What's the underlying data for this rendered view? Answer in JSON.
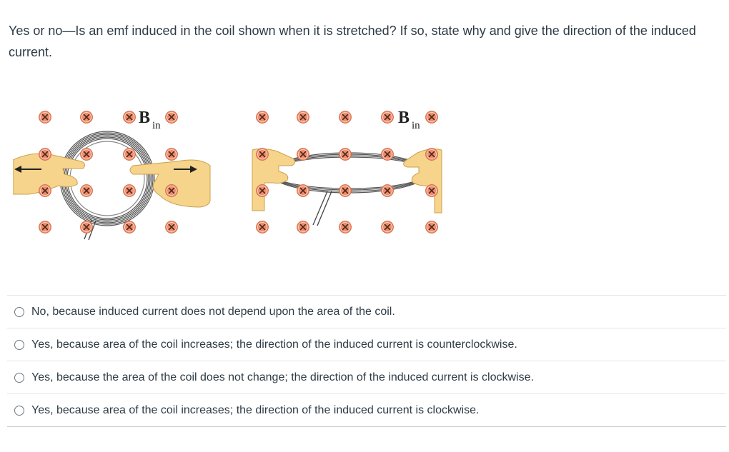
{
  "question": {
    "text": "Yes or no—Is an emf induced in the coil shown when it is stretched? If so, state why and give the direction of the induced current."
  },
  "figure": {
    "left_label_main": "B",
    "left_label_sub": "in",
    "right_label_main": "B",
    "right_label_sub": "in",
    "x_marker_color": "#f08c6a",
    "hand_color": "#f7d48b",
    "coil_color": "#555555"
  },
  "answers": [
    {
      "text": "No, because induced current does not depend upon the area of the coil."
    },
    {
      "text": "Yes, because area of the coil increases; the direction of the induced current is counterclockwise."
    },
    {
      "text": "Yes, because the area of the coil does not change; the direction of the induced current is clockwise."
    },
    {
      "text": "Yes, because area of the coil increases; the direction of the induced current is clockwise."
    }
  ]
}
